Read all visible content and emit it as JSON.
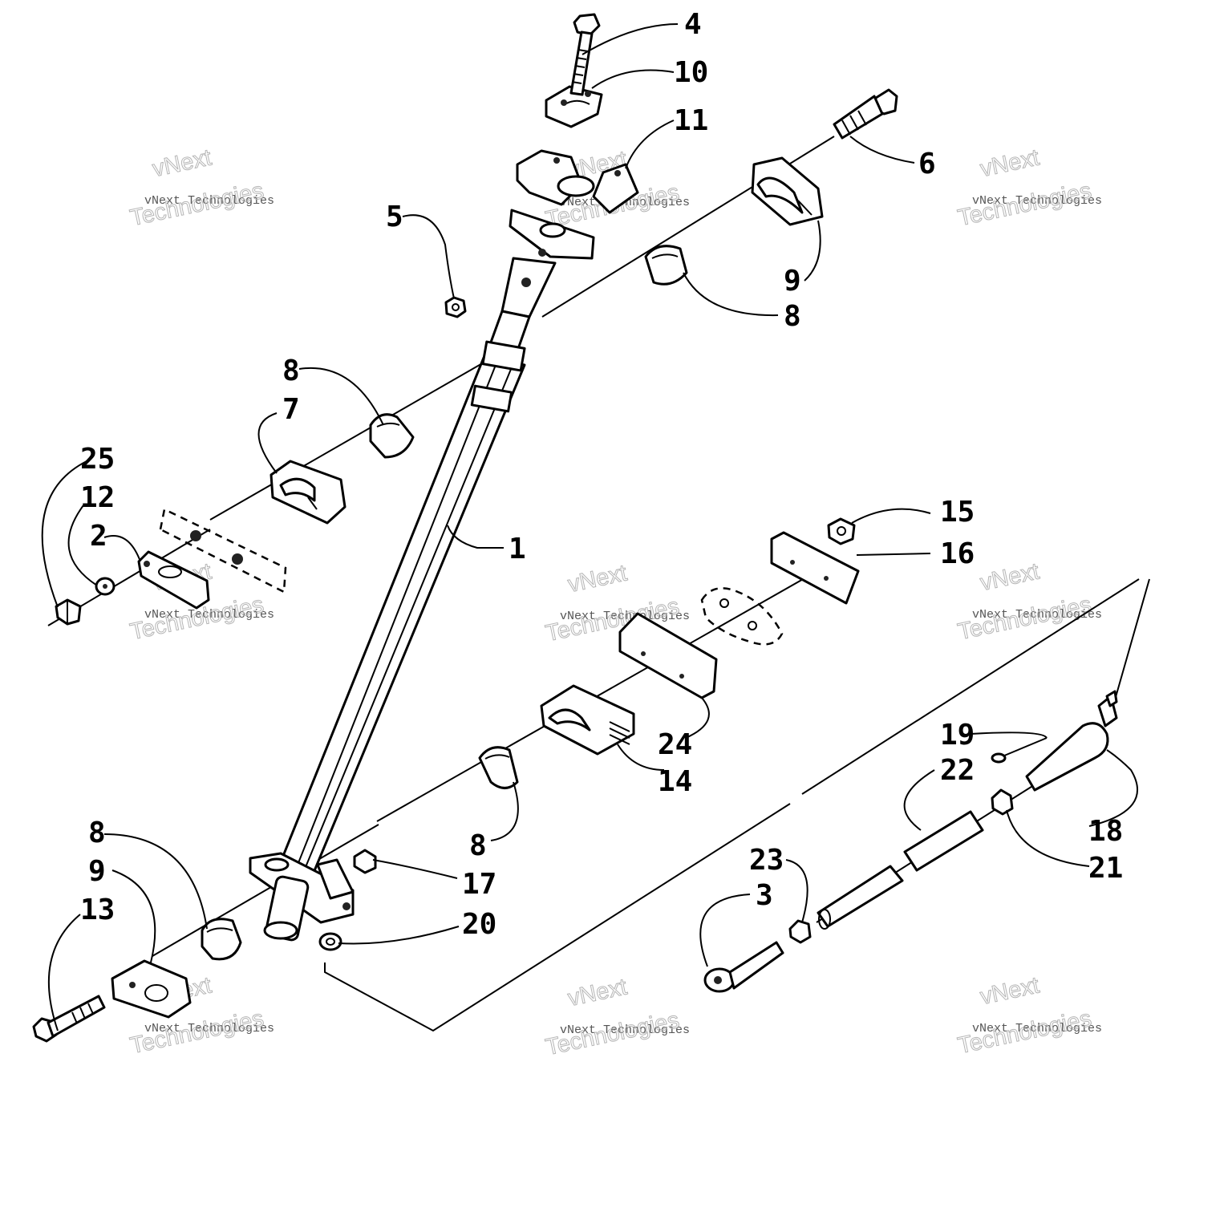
{
  "callouts": {
    "n1": "1",
    "n2": "2",
    "n3": "3",
    "n4": "4",
    "n5": "5",
    "n6": "6",
    "n7": "7",
    "n8a": "8",
    "n8b": "8",
    "n8c": "8",
    "n8d": "8",
    "n9a": "9",
    "n9b": "9",
    "n10": "10",
    "n11": "11",
    "n12": "12",
    "n13": "13",
    "n14": "14",
    "n15": "15",
    "n16": "16",
    "n17": "17",
    "n18": "18",
    "n19": "19",
    "n20": "20",
    "n21": "21",
    "n22": "22",
    "n23": "23",
    "n24": "24",
    "n25": "25"
  },
  "watermark": {
    "line1": "vNext Technologies",
    "line2": "vNext",
    "line3": "Technologies"
  }
}
